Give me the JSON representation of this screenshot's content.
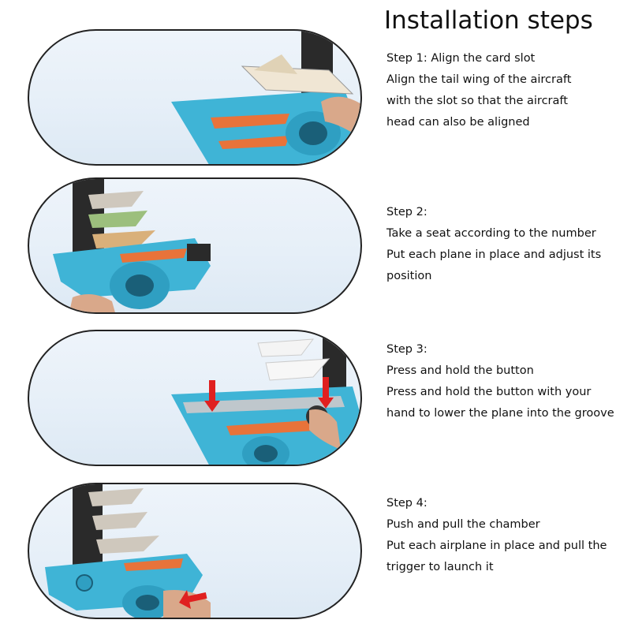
{
  "heading": "Installation steps",
  "steps": [
    {
      "title": "Step 1: Align the card slot",
      "lines": [
        "Align the tail wing of the aircraft",
        "with the slot so that the aircraft",
        "head can also be aligned"
      ]
    },
    {
      "title": "Step 2:",
      "lines": [
        "Take a seat according to the number",
        "Put each plane in place and adjust its",
        "position"
      ]
    },
    {
      "title": "Step 3:",
      "lines": [
        "Press and hold the button",
        "Press and hold the button with your",
        "hand to lower the plane into the groove"
      ]
    },
    {
      "title": "Step 4:",
      "lines": [
        "Push and pull the chamber",
        "Put each airplane in place and pull the",
        "trigger to launch it"
      ]
    }
  ],
  "colors": {
    "launcher_blue": "#3fb4d6",
    "accent_orange": "#e8733a",
    "arrow_red": "#e02020"
  }
}
